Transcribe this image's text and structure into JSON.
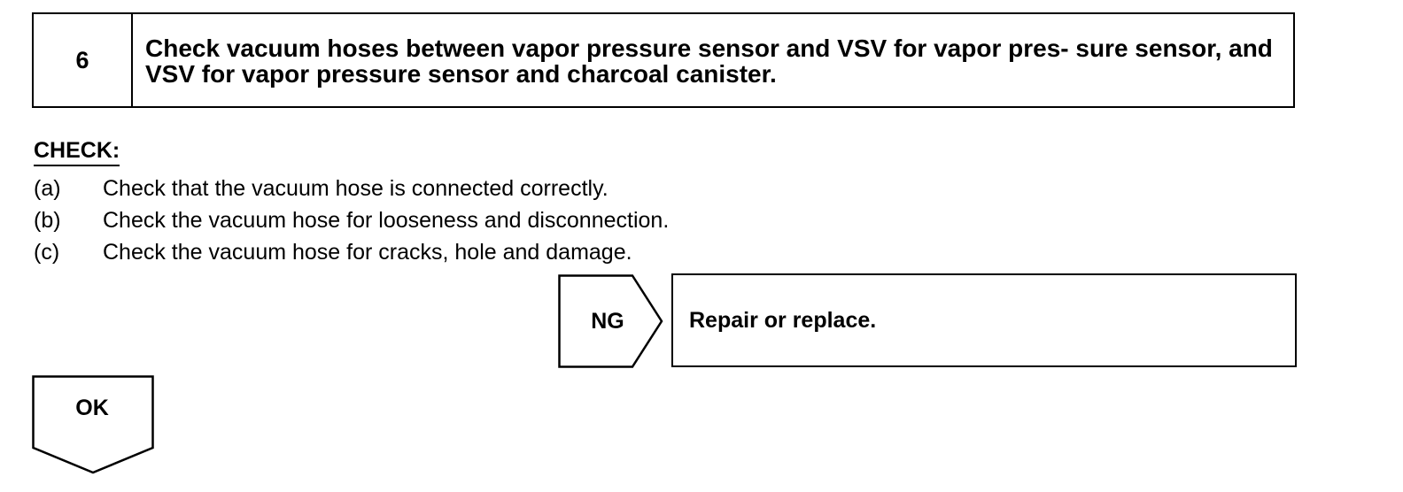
{
  "step": {
    "number": "6",
    "title": "Check vacuum hoses between vapor pressure sensor and VSV for vapor pres- sure sensor, and VSV for vapor pressure sensor and charcoal canister."
  },
  "check": {
    "heading": "CHECK:",
    "items": [
      {
        "letter": "(a)",
        "text": "Check that the vacuum hose is connected correctly."
      },
      {
        "letter": "(b)",
        "text": "Check the vacuum hose for looseness and disconnection."
      },
      {
        "letter": "(c)",
        "text": "Check the vacuum hose for cracks, hole and damage."
      }
    ]
  },
  "ng": {
    "label": "NG",
    "action": "Repair or replace."
  },
  "ok": {
    "label": "OK"
  }
}
